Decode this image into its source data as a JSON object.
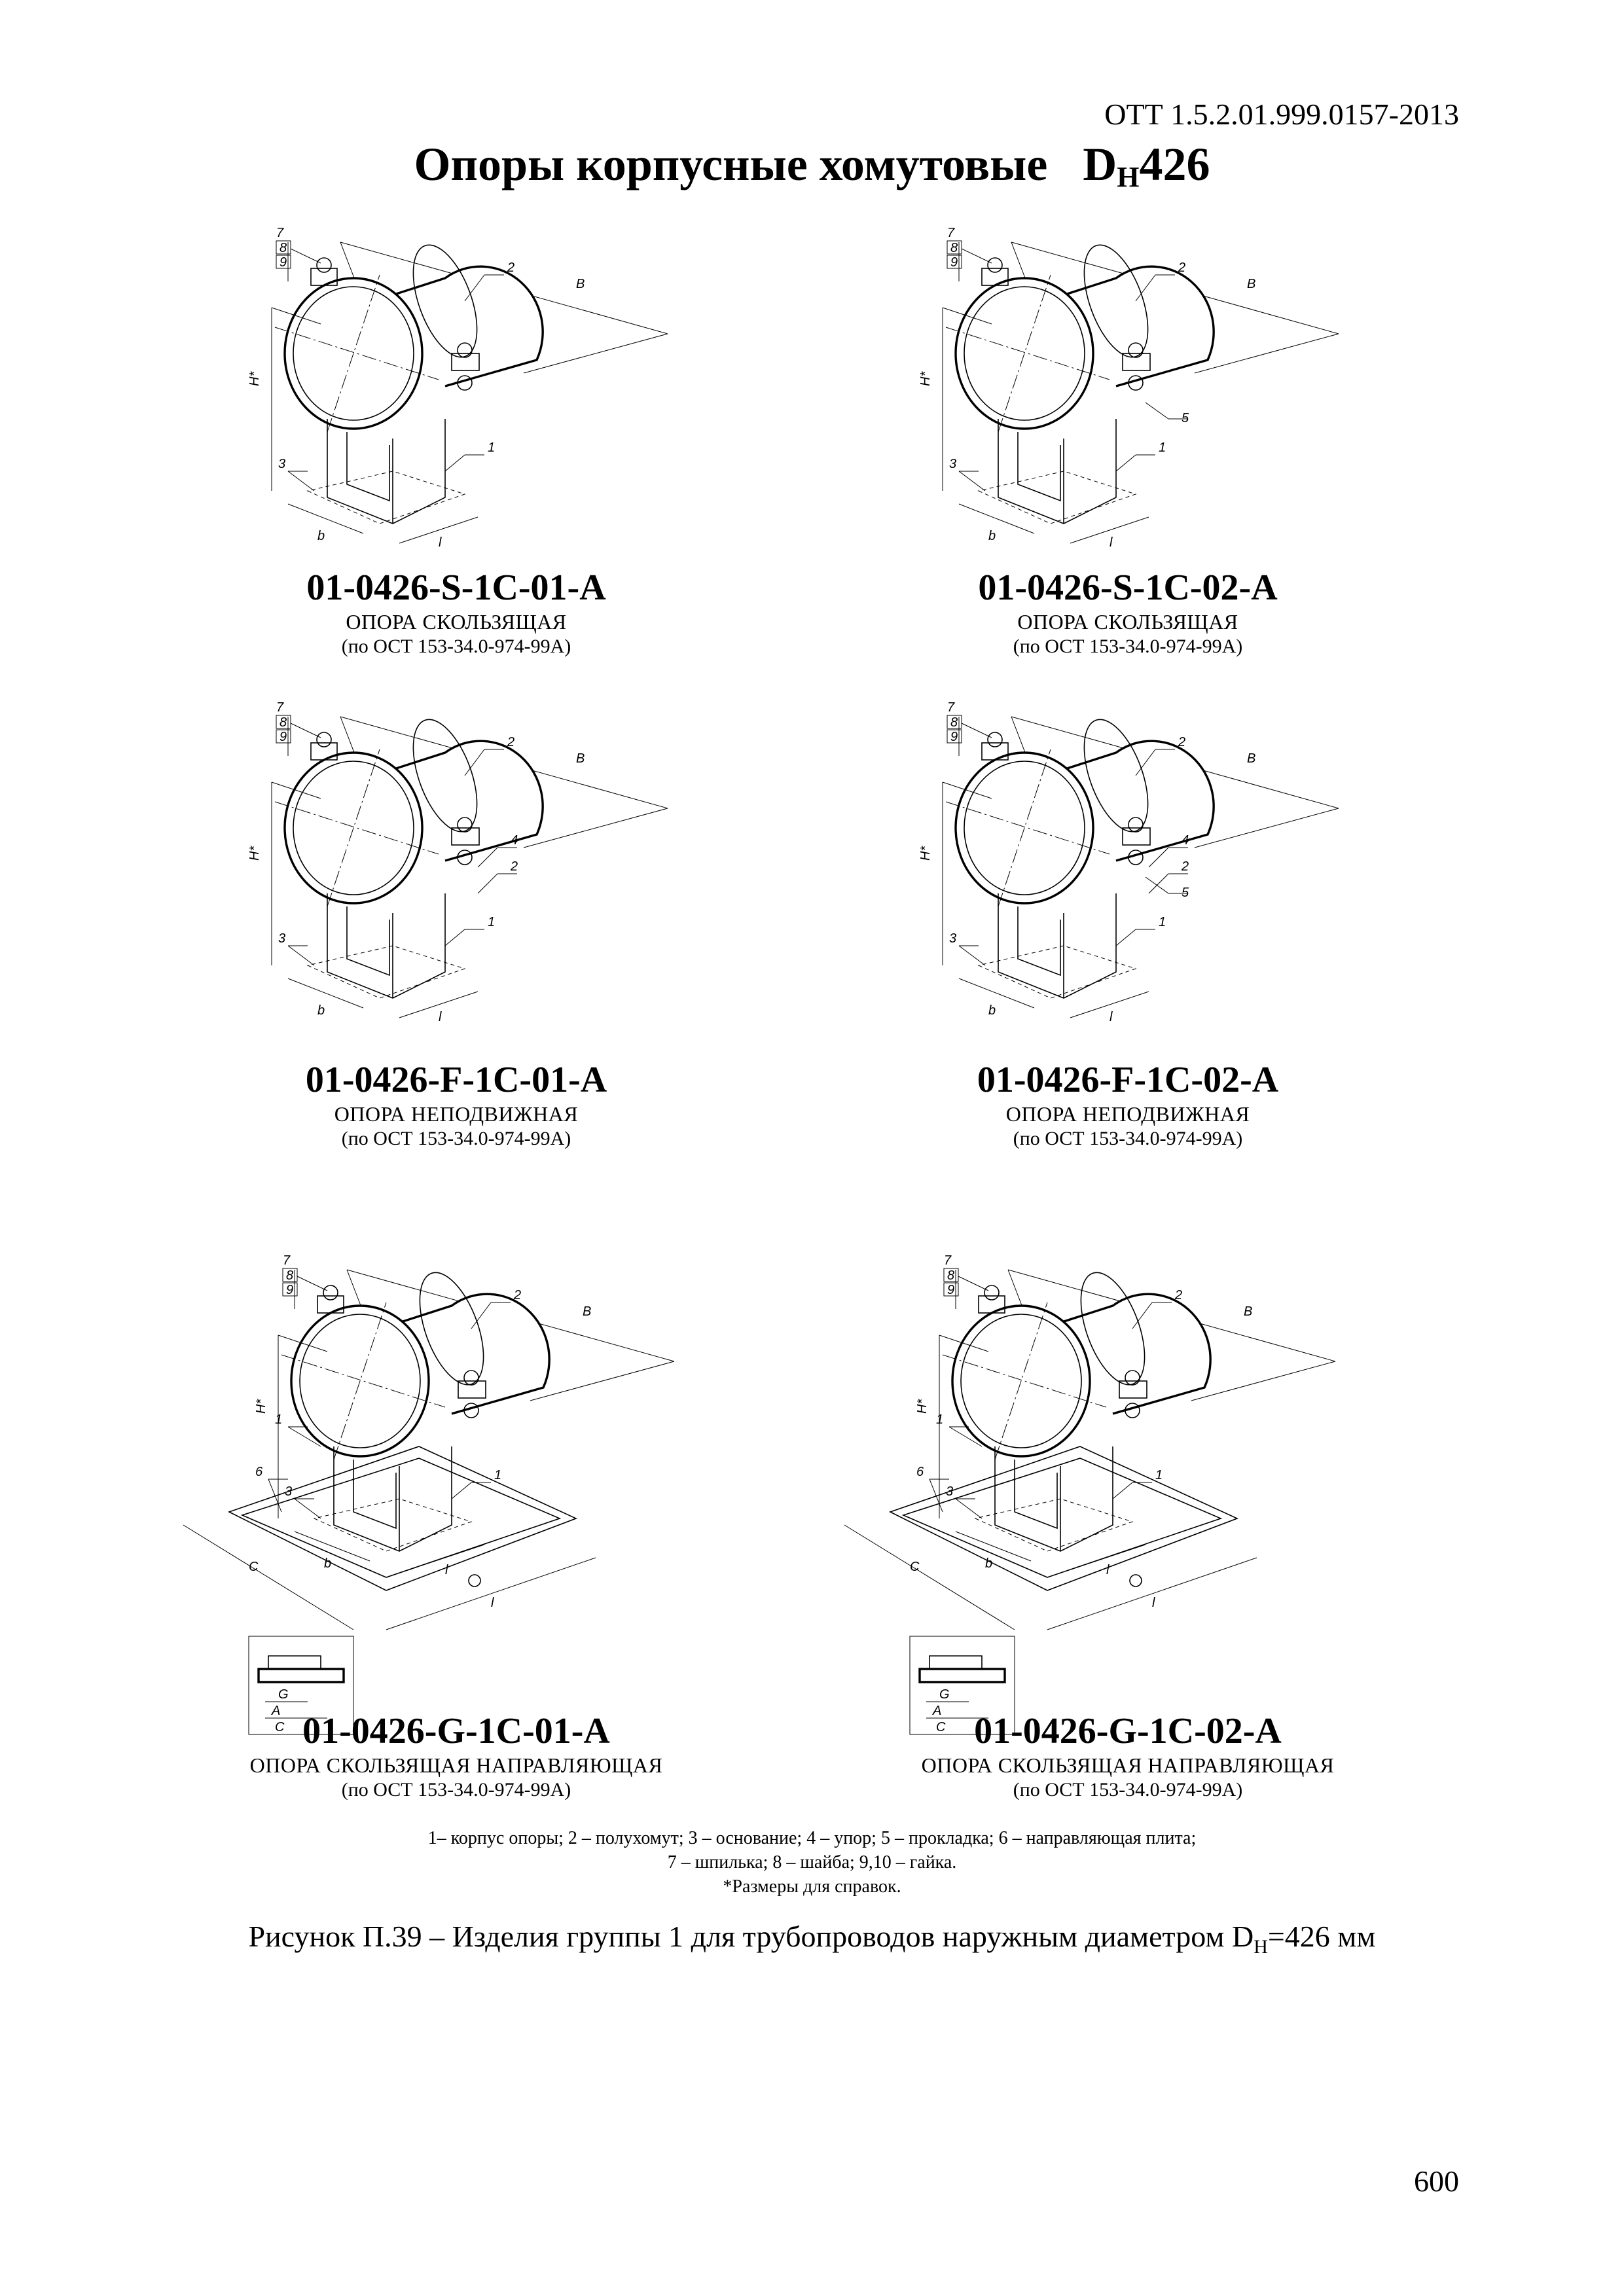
{
  "header": {
    "doc_code": "ОТТ 1.5.2.01.999.0157-2013",
    "title_main": "Опоры корпусные хомутовые",
    "title_dn_base": "D",
    "title_dn_sub": "Н",
    "title_dn_value": "426"
  },
  "drawing_labels": {
    "pos_7": "7",
    "pos_8": "8",
    "pos_9": "9",
    "pos_1": "1",
    "pos_2": "2",
    "pos_3": "3",
    "pos_4": "4",
    "pos_5": "5",
    "pos_6": "6",
    "dim_B": "B",
    "dim_H": "H*",
    "dim_b": "b",
    "dim_l": "l",
    "dim_C": "C",
    "det_G": "G",
    "det_A": "A",
    "det_C": "C"
  },
  "items": [
    {
      "code": "01-0426-S-1C-01-A",
      "name": "ОПОРА СКОЛЬЗЯЩАЯ",
      "standard": "(по ОСТ 153-34.0-974-99А)"
    },
    {
      "code": "01-0426-S-1C-02-A",
      "name": "ОПОРА СКОЛЬЗЯЩАЯ",
      "standard": "(по ОСТ 153-34.0-974-99А)"
    },
    {
      "code": "01-0426-F-1C-01-A",
      "name": "ОПОРА НЕПОДВИЖНАЯ",
      "standard": "(по ОСТ 153-34.0-974-99А)"
    },
    {
      "code": "01-0426-F-1C-02-A",
      "name": "ОПОРА НЕПОДВИЖНАЯ",
      "standard": "(по ОСТ 153-34.0-974-99А)"
    },
    {
      "code": "01-0426-G-1C-01-A",
      "name": "ОПОРА СКОЛЬЗЯЩАЯ НАПРАВЛЯЮЩАЯ",
      "standard": "(по ОСТ 153-34.0-974-99А)"
    },
    {
      "code": "01-0426-G-1C-02-A",
      "name": "ОПОРА СКОЛЬЗЯЩАЯ НАПРАВЛЯЮЩАЯ",
      "standard": "(по ОСТ 153-34.0-974-99А)"
    }
  ],
  "legend": {
    "line1": "1– корпус опоры; 2 – полухомут; 3 – основание; 4 – упор; 5 – прокладка; 6 – направляющая плита;",
    "line2": "7 – шпилька; 8 – шайба; 9,10 – гайка.",
    "line3": "*Размеры для справок."
  },
  "figure_caption": {
    "prefix": "Рисунок П.39 – Изделия группы 1 для трубопроводов наружным диаметром D",
    "sub": "Н",
    "suffix": "=426 мм"
  },
  "page_number": "600"
}
